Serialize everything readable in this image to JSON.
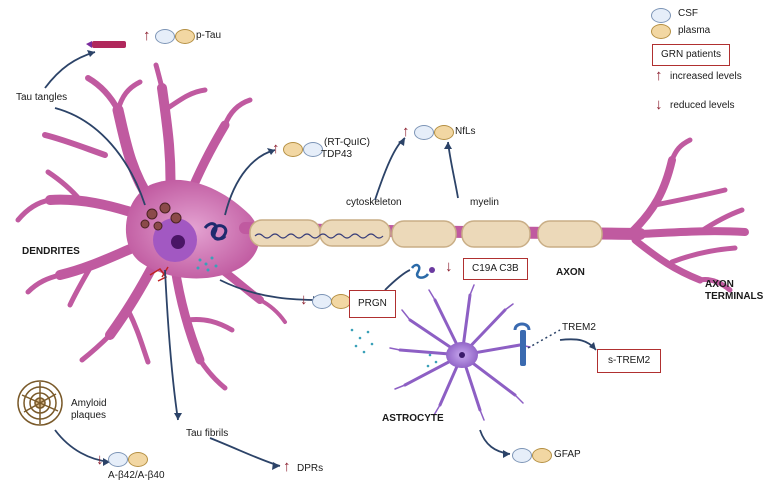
{
  "legend": {
    "csf": "CSF",
    "plasma": "plasma",
    "grn_patients": "GRN patients",
    "increased": "increased levels",
    "reduced": "reduced levels"
  },
  "labels": {
    "p_tau": "p-Tau",
    "tau_tangles": "Tau tangles",
    "dendrites": "DENDRITES",
    "rt_quic": "(RT-QuIC)",
    "tdp43": "TDP43",
    "nfls": "NfLs",
    "cytoskeleton": "cytoskeleton",
    "myelin": "myelin",
    "axon": "AXON",
    "axon_terminals_1": "AXON",
    "axon_terminals_2": "TERMINALS",
    "c19a_c3b": "C19A C3B",
    "prgn": "PRGN",
    "trem2": "TREM2",
    "s_trem2": "s-TREM2",
    "astrocyte": "ASTROCYTE",
    "gfap": "GFAP",
    "amyloid_1": "Amyloid",
    "amyloid_2": "plaques",
    "abeta": "A-β42/A-β40",
    "tau_fibrils": "Tau fibrils",
    "dprs": "DPRs"
  },
  "colors": {
    "neuron": "#c05aa0",
    "neuron_dark": "#8f3a78",
    "nucleus": "#6b2480",
    "myelin": "#ecd9b9",
    "astrocyte": "#9b6fcc",
    "arrow_path": "#2c4368",
    "increase": "#8b1e2e",
    "decrease": "#8b1e2e",
    "grn_box": "#b03030",
    "csf_fill": "#e6eef9",
    "plasma_fill": "#f2d7a3"
  },
  "icons": [
    "tau-protein-icon",
    "dna-coil-icon",
    "amyloid-plaque-icon",
    "trem2-receptor-icon",
    "protein-coil-icon",
    "up-arrow-icon",
    "down-arrow-icon"
  ]
}
